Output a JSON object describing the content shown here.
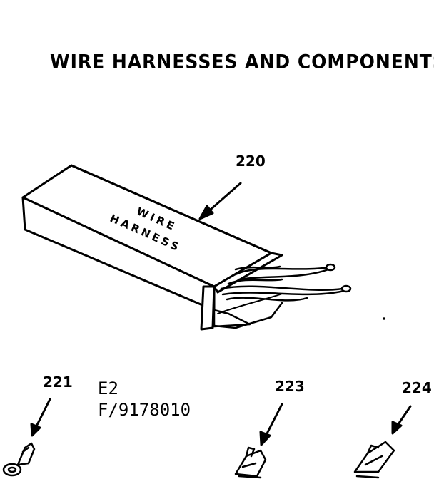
{
  "title": "WIRE HARNESSES AND COMPONENTS",
  "box_label_line1": "WIRE",
  "box_label_line2": "HARNESS",
  "parts": {
    "p220": "220",
    "p221": "221",
    "p223": "223",
    "p224": "224"
  },
  "model_code": {
    "line1": "E2",
    "line2": "F/9178010"
  }
}
